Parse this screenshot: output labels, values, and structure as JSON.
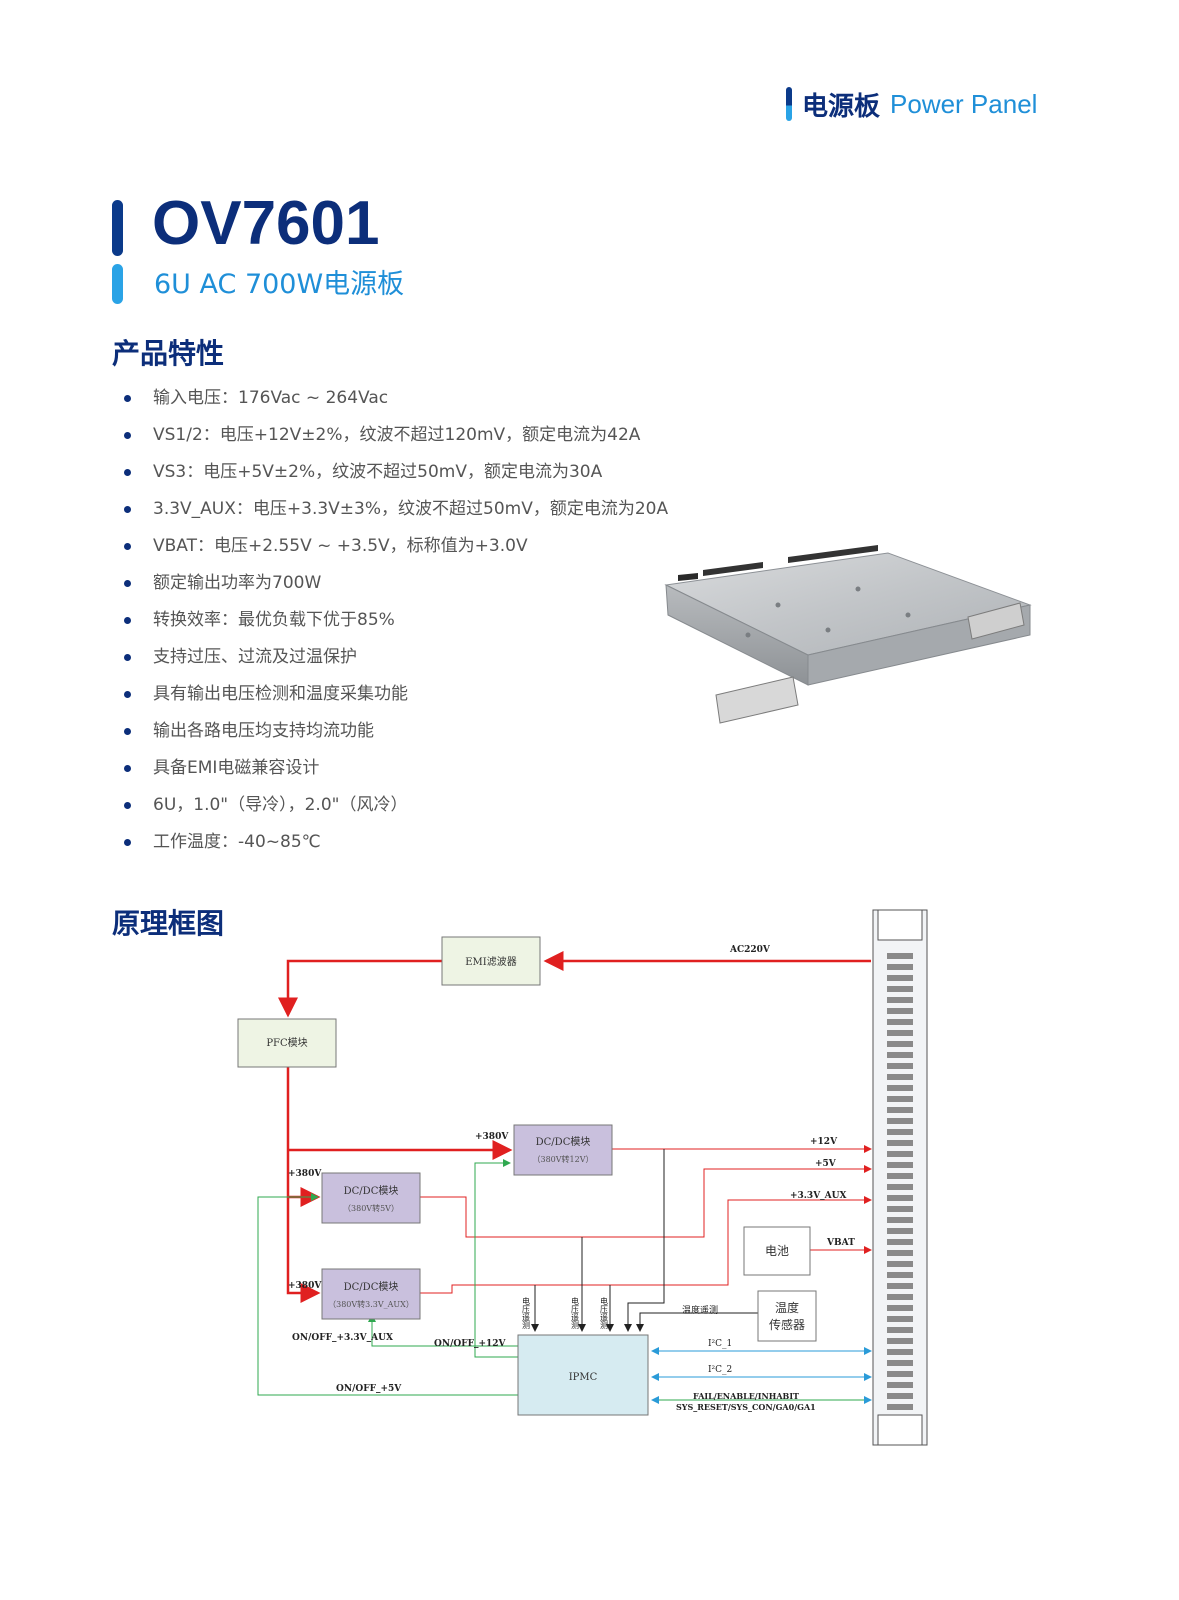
{
  "header": {
    "category_cn": "电源板",
    "category_en": "Power Panel"
  },
  "product": {
    "model": "OV7601",
    "subtitle": "6U AC 700W电源板"
  },
  "features_section": {
    "title": "产品特性",
    "items": [
      "输入电压：176Vac ~ 264Vac",
      "VS1/2：电压+12V±2%，纹波不超过120mV，额定电流为42A",
      "VS3：电压+5V±2%，纹波不超过50mV，额定电流为30A",
      "3.3V_AUX：电压+3.3V±3%，纹波不超过50mV，额定电流为20A",
      "VBAT：电压+2.55V ~ +3.5V，标称值为+3.0V",
      "额定输出功率为700W",
      "转换效率：最优负载下优于85%",
      "支持过压、过流及过温保护",
      "具有输出电压检测和温度采集功能",
      "输出各路电压均支持均流功能",
      "具备EMI电磁兼容设计",
      "6U，1.0\"（导冷），2.0\"（风冷）",
      "工作温度：-40~85℃"
    ]
  },
  "diagram_section": {
    "title": "原理框图",
    "blocks": {
      "emi": "EMI滤波器",
      "pfc": "PFC模块",
      "dcdc_12": {
        "title": "DC/DC模块",
        "sub": "（380V转12V）"
      },
      "dcdc_5": {
        "title": "DC/DC模块",
        "sub": "（380V转5V）"
      },
      "dcdc_33": {
        "title": "DC/DC模块",
        "sub": "（380V转3.3V_AUX）"
      },
      "battery": "电池",
      "temp_sensor_1": "温度",
      "temp_sensor_2": "传感器",
      "ipmc": "IPMC"
    },
    "labels": {
      "ac220v": "AC220V",
      "v380_a": "+380V",
      "v380_b": "+380V",
      "v380_c": "+380V",
      "p12v": "+12V",
      "p5v": "+5V",
      "p33aux": "+3.3V_AUX",
      "vbat": "VBAT",
      "temp_sense": "温度遥测",
      "voltage_sense": "电压遥测",
      "onoff_33aux": "ON/OFF_+3.3V_AUX",
      "onoff_12v": "ON/OFF_+12V",
      "onoff_5v": "ON/OFF_+5V",
      "i2c_1": "I²C_1",
      "i2c_2": "I²C_2",
      "signals_1": "FAIL/ENABLE/INHABIT",
      "signals_2": "SYS_RESET/SYS_CON/GA0/GA1"
    },
    "colors": {
      "power": "#e02020",
      "control": "#2fa84f",
      "bus": "#2a9bd8",
      "signal": "#222222"
    }
  }
}
